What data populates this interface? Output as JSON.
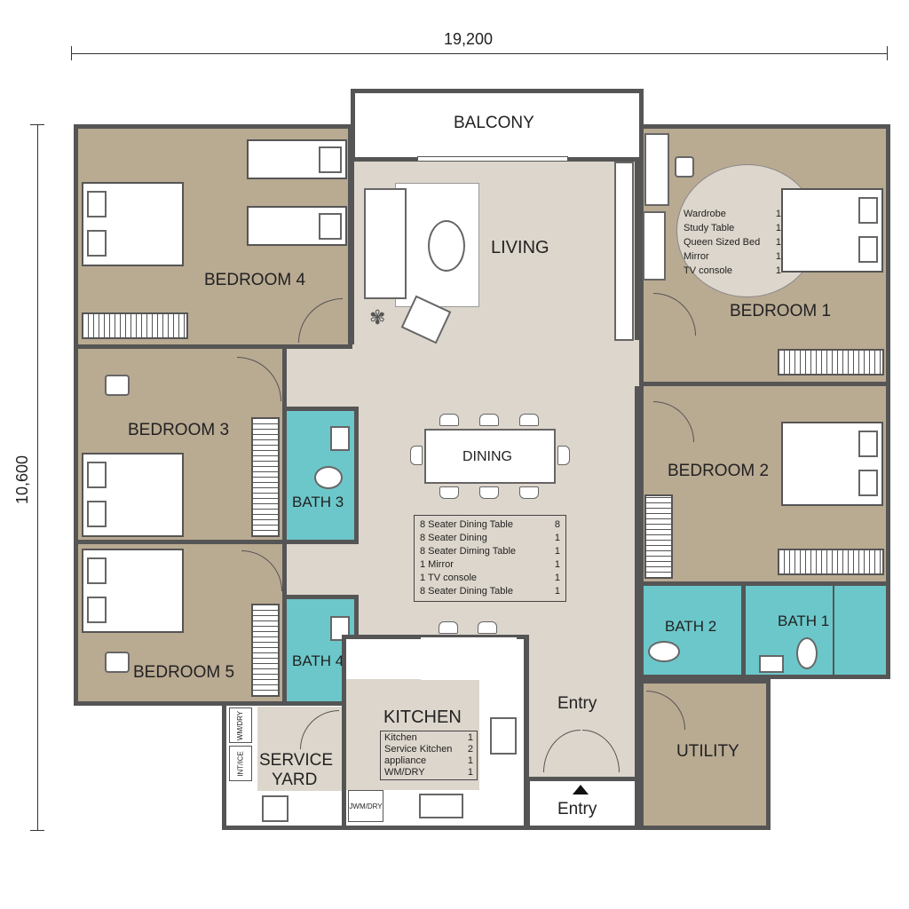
{
  "dimensions": {
    "width": "19,200",
    "height": "10,600"
  },
  "rooms": {
    "balcony": "BALCONY",
    "living": "LIVING",
    "dining": "DINING",
    "bedroom4": "BEDROOM 4",
    "bedroom3": "BEDROOM 3",
    "bedroom5": "BEDROOM 5",
    "bedroom1": "BEDROOM 1",
    "bedroom2": "BEDROOM 2",
    "bath1": "BATH 1",
    "bath2": "BATH 2",
    "bath3": "BATH 3",
    "bath4": "BATH 4",
    "kitchen": "KITCHEN",
    "service_yard_1": "SERVICE",
    "service_yard_2": "YARD",
    "utility": "UTILITY",
    "entry_inner": "Entry",
    "entry_outer": "Entry"
  },
  "bedroom1_list": [
    {
      "item": "Wardrobe",
      "qty": "1"
    },
    {
      "item": "Study Table",
      "qty": "1"
    },
    {
      "item": "Queen Sized Bed",
      "qty": "1"
    },
    {
      "item": "Mirror",
      "qty": "1"
    },
    {
      "item": "TV console",
      "qty": "1"
    }
  ],
  "dining_list": [
    {
      "item": "8 Seater Dining Table",
      "qty": "8"
    },
    {
      "item": "8 Seater Dining",
      "qty": "1"
    },
    {
      "item": "8 Seater Diming Table",
      "qty": "1"
    },
    {
      "item": "1 Mirror",
      "qty": "1"
    },
    {
      "item": "1 TV console",
      "qty": "1"
    },
    {
      "item": "8 Seater Dining Table",
      "qty": "1"
    }
  ],
  "kitchen_list": [
    {
      "item": "Kitchen",
      "qty": "1"
    },
    {
      "item": "Service Kitchen",
      "qty": "2"
    },
    {
      "item": "appliance",
      "qty": "1"
    },
    {
      "item": "WM/DRY",
      "qty": "1"
    }
  ],
  "appliances": {
    "wm_dry_1": "WM/DRY",
    "int_ice": "INT/ICE",
    "wm_dry_2": "JWM/DRY"
  },
  "colors": {
    "wall": "#555555",
    "bedroom": "#b9aa92",
    "common": "#ddd6cc",
    "bath": "#6cc7ca"
  }
}
